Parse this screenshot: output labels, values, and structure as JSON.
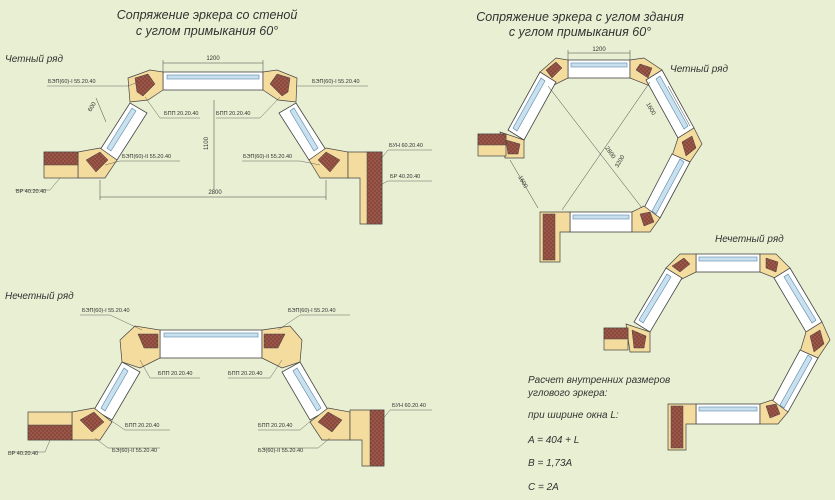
{
  "titles": {
    "left_line1": "Сопряжение эркера со стеной",
    "left_line2": "с углом примыкания 60°",
    "right_line1": "Сопряжение эркера с углом здания",
    "right_line2": "с углом примыкания 60°"
  },
  "rows": {
    "even": "Четный ряд",
    "odd": "Нечетный ряд"
  },
  "labels_top_left": {
    "bep_i_l": "БЭП(60)-I 55.20.40",
    "bep_i_r": "БЭП(60)-I 55.20.40",
    "bpp_l": "БПП 20.20.40",
    "bpp_r": "БПП 20.20.40",
    "bep_ii_l": "БЭП(60)-II 55.20.40",
    "bep_ii_r": "БЭП(60)-II 55.20.40",
    "bun": "БУН 60.20.40",
    "br_r": "БР 40.20.40",
    "br_l": "БР 40.20.40"
  },
  "labels_bottom_left": {
    "bep_i_l": "БЭП(60)-I 55.20.40",
    "bep_i_r": "БЭП(60)-I 55.20.40",
    "bpp_l": "БПП 20.20.40",
    "bpp_r": "БПП 20.20.40",
    "bun": "БУН 60.20.40",
    "bpp_low_l": "БПП 20.20.40",
    "bpp_low_r": "БПП 20.20.40",
    "br": "БР 40.20.40",
    "be_ii_l": "БЭ(60)-II 55.20.40",
    "be_ii_r": "БЭ(60)-II 55.20.40"
  },
  "dims": {
    "d1200": "1200",
    "d600": "600",
    "d1100": "1100",
    "d2800": "2800",
    "d1600": "1600",
    "d3200": "3200"
  },
  "calc": {
    "l1": "Расчет внутренних размеров",
    "l2": "углового эркера:",
    "l3": "при ширине окна L:",
    "f1": "A = 404 + L",
    "f2": "B = 1,73A",
    "f3": "C = 2A"
  },
  "colors": {
    "background": "#e9efd2",
    "block": "#f3dc9e",
    "brick": "#7a3f34",
    "window": "#c9e1ef",
    "window_edge": "#5a86a8",
    "line": "#444444"
  }
}
